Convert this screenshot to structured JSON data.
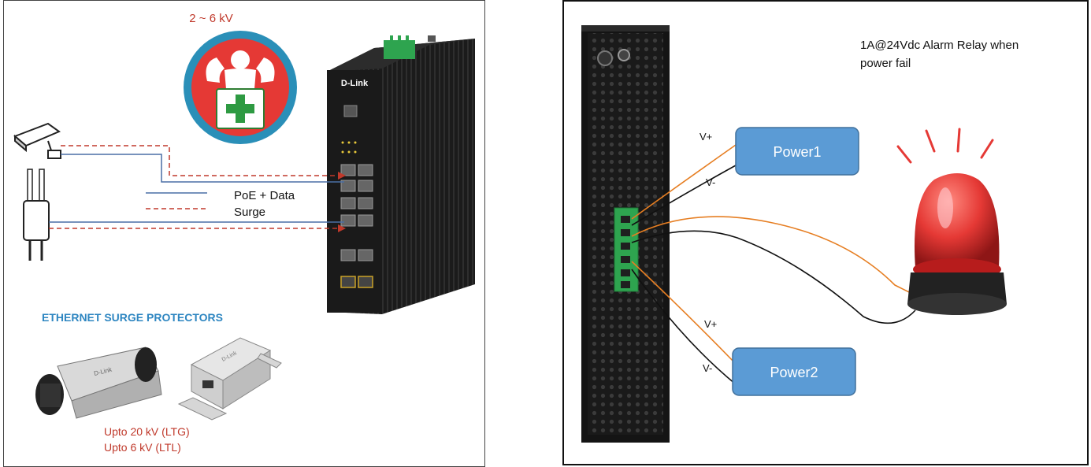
{
  "left": {
    "voltage": "2 ~ 6 kV",
    "brand": "D-Link",
    "legend": {
      "poe": "PoE + Data",
      "surge": "Surge"
    },
    "protectors_title": "ETHERNET SURGE PROTECTORS",
    "ltg": "Upto 20 kV (LTG)",
    "ltl": "Upto 6 kV (LTL)"
  },
  "right": {
    "alarm": [
      "1A@24Vdc Alarm Relay when",
      "power fail"
    ],
    "power1": "Power1",
    "power2": "Power2",
    "vplus": "V+",
    "vminus": "V-"
  },
  "colors": {
    "poe_line": "#4a6fa5",
    "surge_line": "#c0392b",
    "title_blue": "#2e86c1",
    "red_text": "#c0392b",
    "power_box": "#5b9bd5",
    "orange_wire": "#e67e22"
  }
}
